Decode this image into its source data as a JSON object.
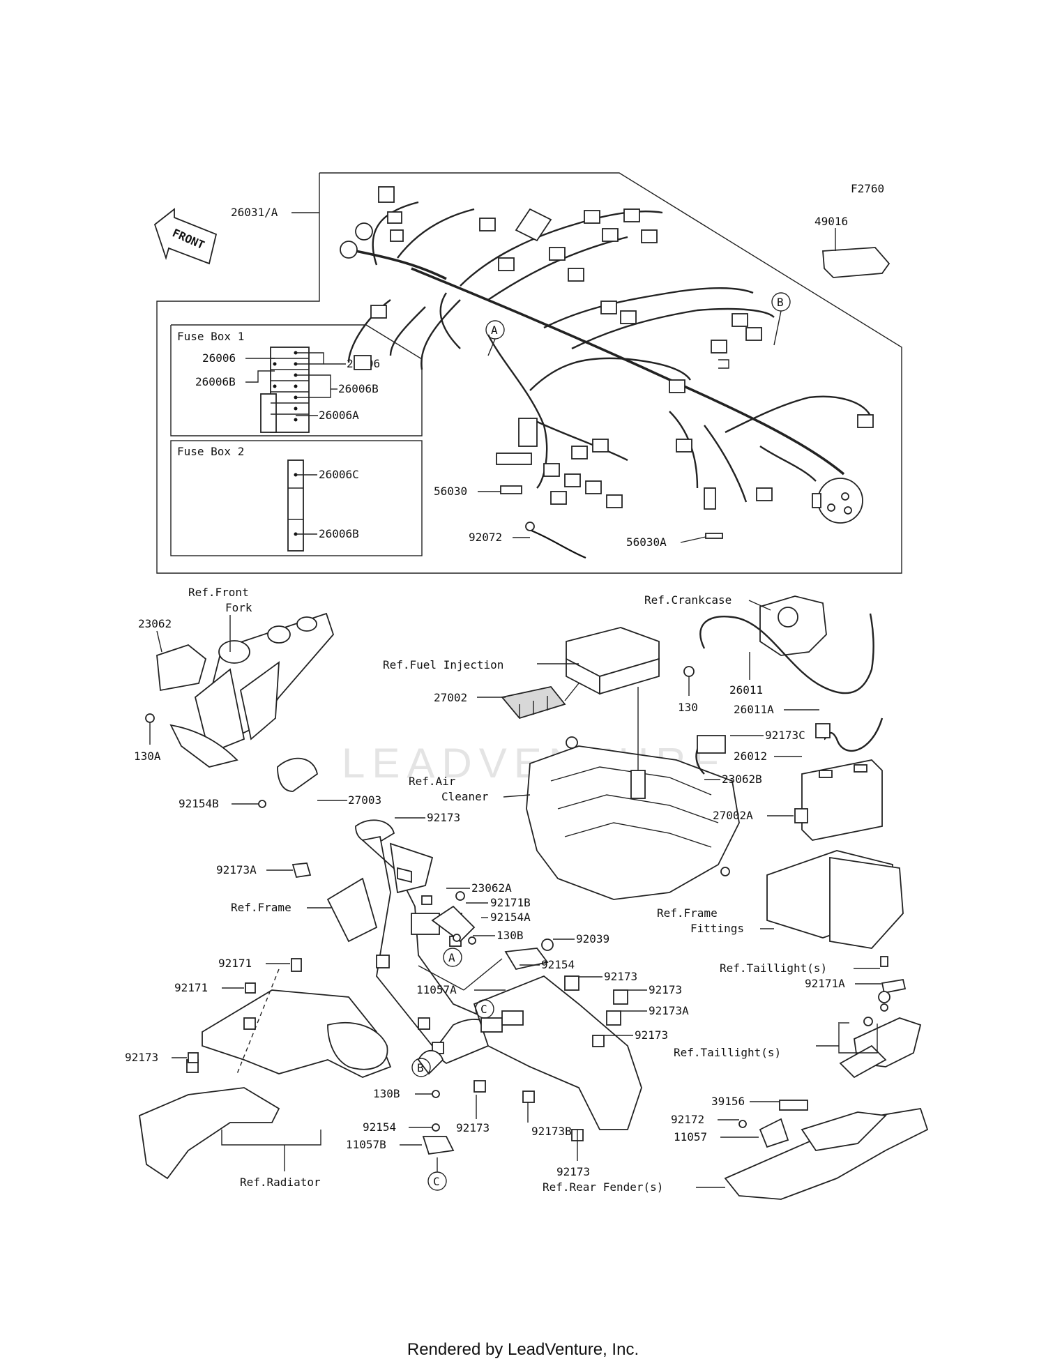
{
  "figure_code": "F2760",
  "front_marker": "FRONT",
  "callout_letters": [
    "A",
    "B",
    "C"
  ],
  "watermark": "LEADVENTURE",
  "fuse_box_1": {
    "title": "Fuse Box 1",
    "labels": [
      "26006",
      "26006B",
      "26006",
      "26006B",
      "26006A"
    ]
  },
  "fuse_box_2": {
    "title": "Fuse Box 2",
    "labels": [
      "26006C",
      "26006B"
    ]
  },
  "part_labels": [
    "26031/A",
    "49016",
    "56030",
    "92072",
    "56030A",
    "Ref.Front",
    "Fork",
    "23062",
    "130A",
    "92154B",
    "27003",
    "Ref.Fuel Injection",
    "27002",
    "Ref.Air",
    "Cleaner",
    "Ref.Crankcase",
    "130",
    "26011",
    "26011A",
    "92173C",
    "26012",
    "23062B",
    "27002A",
    "Ref.Frame",
    "Fittings",
    "92173",
    "92173A",
    "23062A",
    "92171B",
    "92154A",
    "Ref.Frame",
    "130B",
    "92039",
    "92154",
    "92173",
    "92173",
    "92173A",
    "92173",
    "11057A",
    "92171",
    "92171",
    "92173",
    "130B",
    "92173",
    "92173B",
    "92154",
    "11057B",
    "Ref.Radiator",
    "92173",
    "Ref.Rear Fender(s)",
    "Ref.Taillight(s)",
    "92171A",
    "Ref.Taillight(s)",
    "39156",
    "92172",
    "11057"
  ],
  "footer": "Rendered by LeadVenture, Inc."
}
